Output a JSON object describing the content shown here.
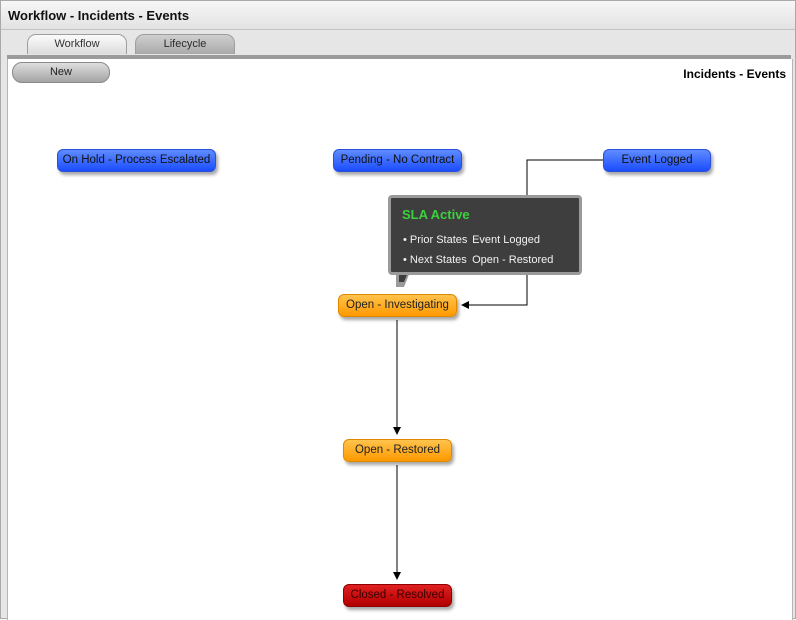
{
  "window": {
    "title": "Workflow - Incidents - Events"
  },
  "tabs": [
    {
      "label": "Workflow",
      "active": true
    },
    {
      "label": "Lifecycle",
      "active": false
    }
  ],
  "toolbar": {
    "new_label": "New"
  },
  "canvas": {
    "subtitle": "Incidents - Events"
  },
  "nodes": {
    "on_hold": "On Hold - Process Escalated",
    "pending": "Pending - No Contract",
    "event_logged": "Event Logged",
    "open_investigating": "Open - Investigating",
    "open_restored": "Open - Restored",
    "closed_resolved": "Closed - Resolved"
  },
  "tooltip": {
    "title": "SLA Active",
    "prior_label": "• Prior States",
    "prior_value": "Event Logged",
    "next_label": "• Next States",
    "next_value": "Open - Restored"
  },
  "colors": {
    "blue_state": "#1a4cff",
    "orange_state": "#ff9900",
    "red_state": "#b10000",
    "tooltip_title": "#3bd23b"
  }
}
